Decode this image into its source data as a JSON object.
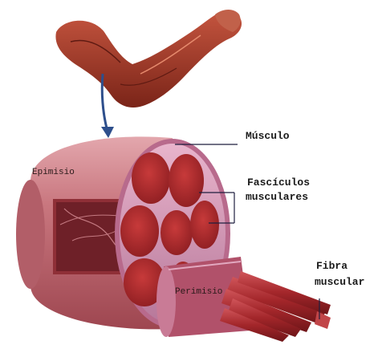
{
  "labels": {
    "musculo": "Músculo",
    "epimisio": "Epimisio",
    "fasciculos_line1": "Fascículos",
    "fasciculos_line2": "musculares",
    "perimisio": "Perimisio",
    "fibra_line1": "Fibra",
    "fibra_line2": "muscular"
  },
  "icons": {
    "arm": "arm-illustration",
    "arrow": "arrow-down-icon",
    "muscle": "muscle-cross-section"
  },
  "colors": {
    "muscle_dark": "#8e2b2b",
    "muscle_mid": "#b84a4a",
    "epimysium": "#c9777f",
    "fascicle_fill": "#a8282b",
    "perimysium": "#d9a3c0",
    "arrow": "#2e4f8c"
  }
}
